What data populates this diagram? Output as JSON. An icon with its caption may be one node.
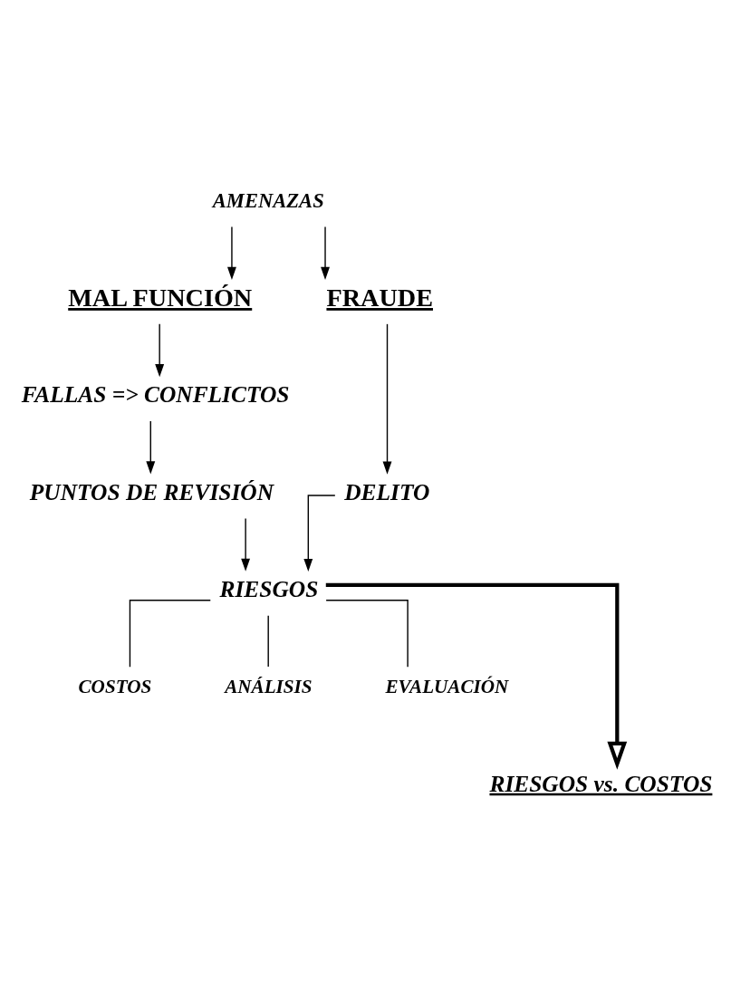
{
  "diagram": {
    "nodes": [
      {
        "text": [
          "AMENAZAS"
        ]
      },
      {
        "text": [
          "MAL FUNCIÓN"
        ]
      },
      {
        "text": [
          "FRAUDE"
        ]
      },
      {
        "text": [
          "FALLAS => CONFLICTOS"
        ]
      },
      {
        "text": [
          "PUNTOS DE REVISIÓN"
        ]
      },
      {
        "text": [
          "DELITO"
        ]
      },
      {
        "text": [
          "RIESGOS"
        ]
      },
      {
        "text": [
          "COSTOS"
        ]
      },
      {
        "text": [
          "ANÁLISIS"
        ]
      },
      {
        "text": [
          "EVALUACIÓN"
        ]
      },
      {
        "text": [
          "RIESGOS vs. COSTOS"
        ]
      }
    ],
    "edges": [
      {
        "from": 0,
        "to": 1,
        "arrow": "to"
      },
      {
        "from": 0,
        "to": 2,
        "arrow": "to"
      },
      {
        "from": 1,
        "to": 3,
        "arrow": "to"
      },
      {
        "from": 3,
        "to": 4,
        "arrow": "to"
      },
      {
        "from": 2,
        "to": 5,
        "arrow": "to"
      },
      {
        "from": 4,
        "to": 6,
        "arrow": "to"
      },
      {
        "from": 5,
        "to": 6,
        "arrow": "to"
      },
      {
        "from": 6,
        "to": 7,
        "arrow": "none"
      },
      {
        "from": 6,
        "to": 8,
        "arrow": "none"
      },
      {
        "from": 6,
        "to": 9,
        "arrow": "none"
      },
      {
        "from": 6,
        "to": 10,
        "arrow": "to",
        "style": "thick"
      }
    ]
  }
}
